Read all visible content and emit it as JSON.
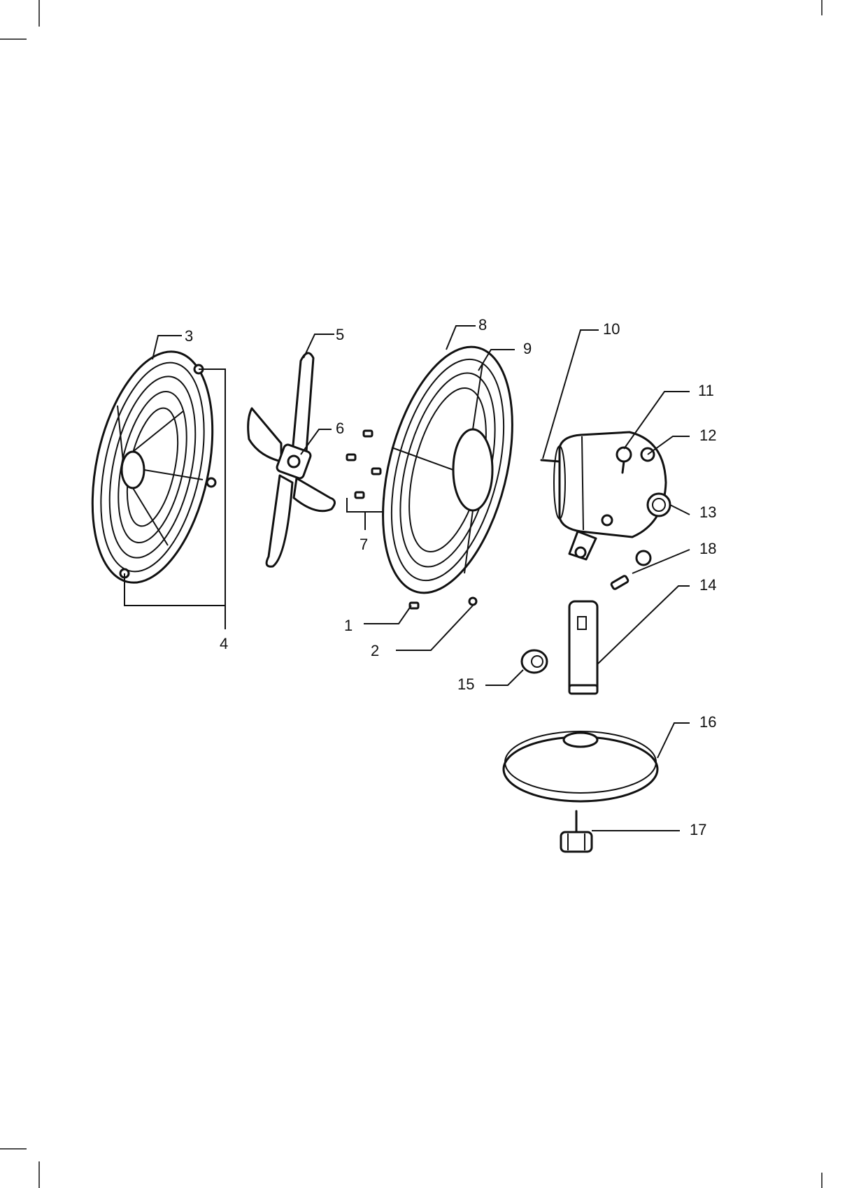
{
  "diagram": {
    "type": "exploded-parts-diagram",
    "line_color": "#111111",
    "background": "#ffffff",
    "callouts": [
      {
        "id": "c1",
        "label": "1"
      },
      {
        "id": "c2",
        "label": "2"
      },
      {
        "id": "c3",
        "label": "3"
      },
      {
        "id": "c4",
        "label": "4"
      },
      {
        "id": "c5",
        "label": "5"
      },
      {
        "id": "c6",
        "label": "6"
      },
      {
        "id": "c7",
        "label": "7"
      },
      {
        "id": "c8",
        "label": "8"
      },
      {
        "id": "c9",
        "label": "9"
      },
      {
        "id": "c10",
        "label": "10"
      },
      {
        "id": "c11",
        "label": "11"
      },
      {
        "id": "c12",
        "label": "12"
      },
      {
        "id": "c13",
        "label": "13"
      },
      {
        "id": "c14",
        "label": "14"
      },
      {
        "id": "c15",
        "label": "15"
      },
      {
        "id": "c16",
        "label": "16"
      },
      {
        "id": "c17",
        "label": "17"
      },
      {
        "id": "c18",
        "label": "18"
      }
    ]
  }
}
